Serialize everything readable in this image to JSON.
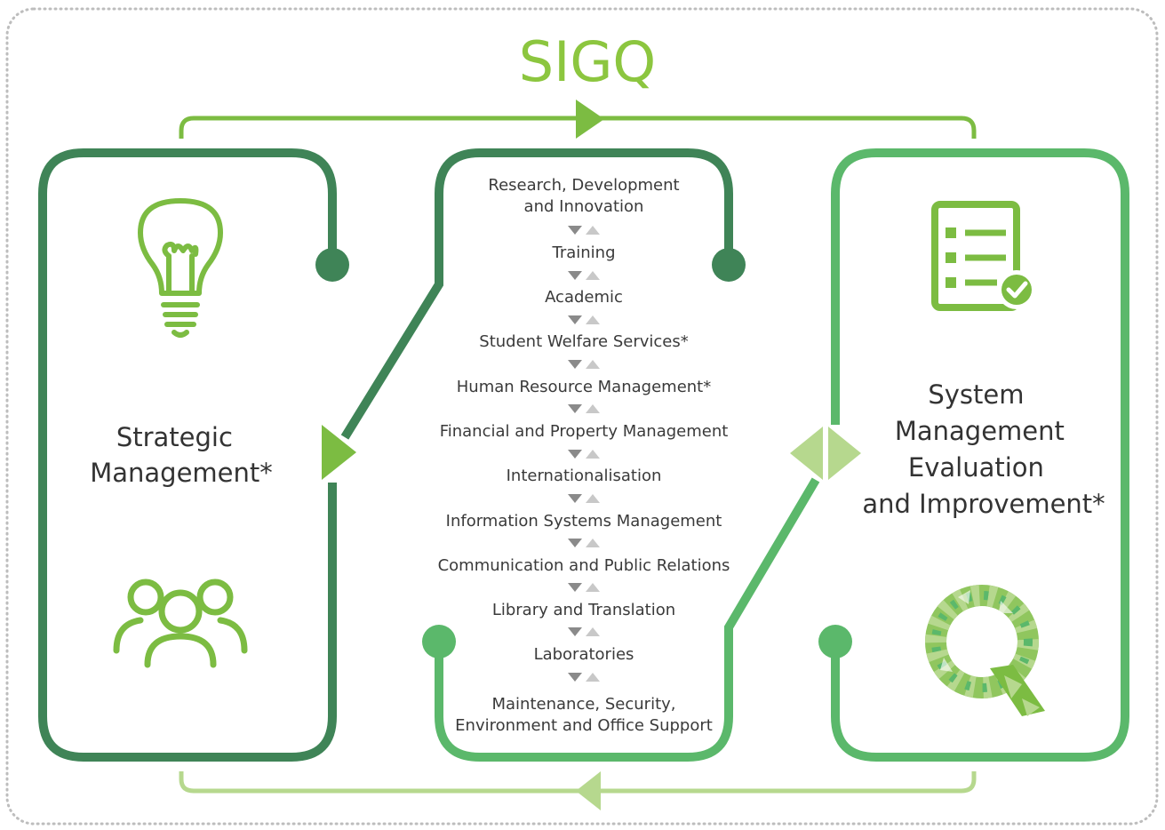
{
  "title": "SIGQ",
  "left": {
    "label_lines": [
      "Strategic",
      "Management*"
    ],
    "icons": [
      "lightbulb-icon",
      "people-icon"
    ]
  },
  "center": {
    "processes": [
      [
        "Research, Development",
        "and Innovation"
      ],
      [
        "Training"
      ],
      [
        "Academic"
      ],
      [
        "Student Welfare Services*"
      ],
      [
        "Human Resource Management*"
      ],
      [
        "Financial and Property Management"
      ],
      [
        "Internationalisation"
      ],
      [
        "Information Systems Management"
      ],
      [
        "Communication and Public Relations"
      ],
      [
        "Library and Translation"
      ],
      [
        "Laboratories"
      ],
      [
        "Maintenance, Security,",
        "Environment and Office Support"
      ]
    ]
  },
  "right": {
    "label_lines": [
      "System",
      "Management",
      "Evaluation",
      "and Improvement*"
    ],
    "icons": [
      "checklist-icon",
      "q-logo-icon"
    ]
  },
  "colors": {
    "dark_green": "#3f8457",
    "mid_green": "#5bb86b",
    "bright_green": "#7cbc42",
    "light_green": "#b6d88e",
    "title_green": "#8cc63f",
    "border_dots": "#bdbdbd",
    "arrow_dark": "#8a8a8a",
    "arrow_light": "#c8c8c8"
  }
}
